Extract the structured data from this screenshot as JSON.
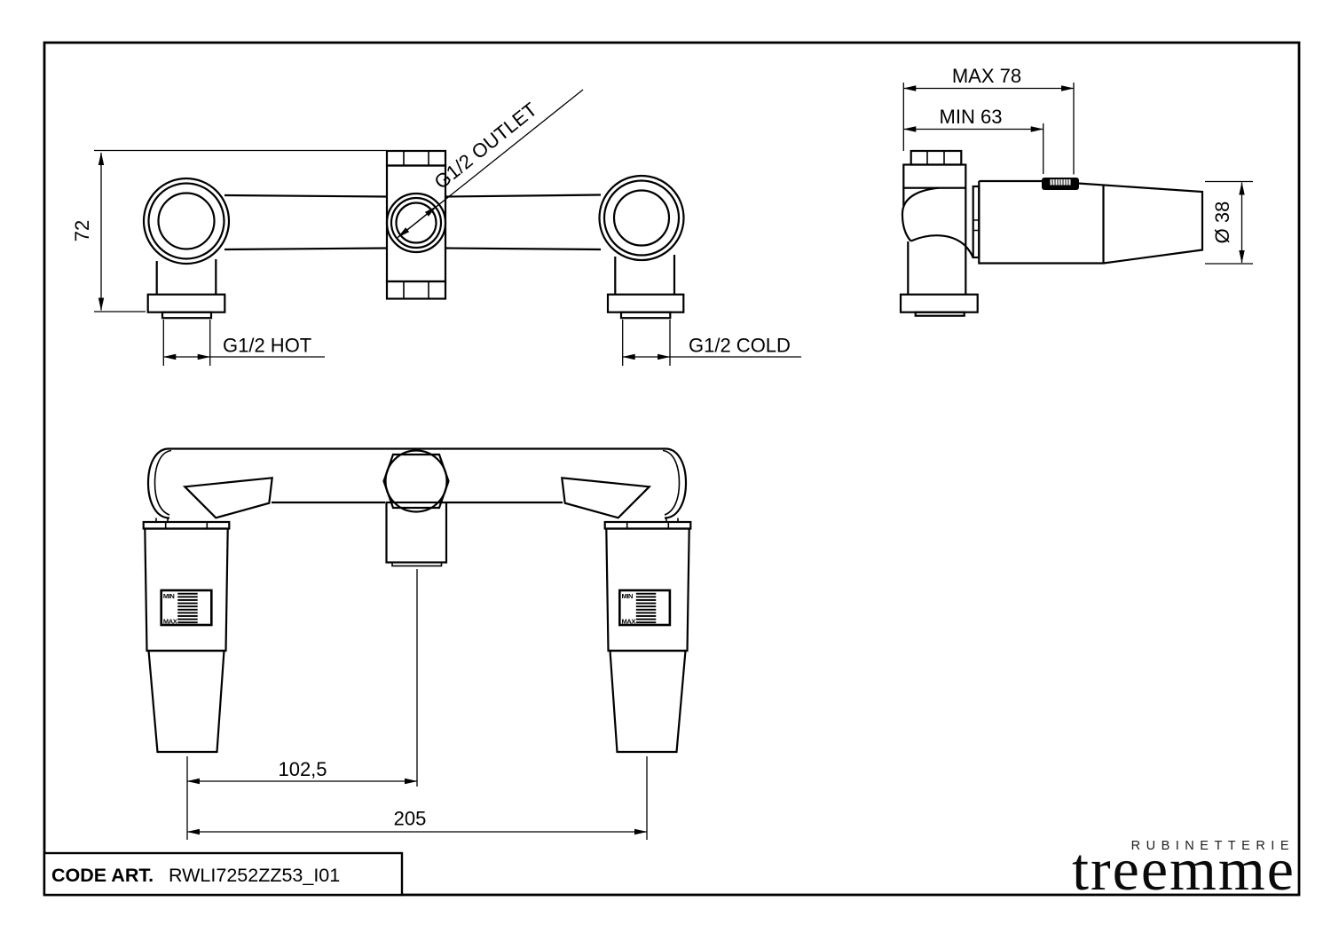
{
  "labels": {
    "height": "72",
    "outlet": "G1/2 OUTLET",
    "hot": "G1/2 HOT",
    "cold": "G1/2 COLD",
    "max_depth": "MAX 78",
    "min_depth": "MIN 63",
    "diameter": "Ø 38",
    "spacing_half": "102,5",
    "spacing_full": "205"
  },
  "handle_plate": {
    "min": "MIN",
    "max": "MAX"
  },
  "title_block": {
    "code_label": "CODE ART.",
    "code_value": "RWLI7252ZZ53_I01"
  },
  "logo": {
    "tagline": "RUBINETTERIE",
    "brand": "treemme"
  },
  "colors": {
    "line": "#000000",
    "background": "#ffffff"
  }
}
